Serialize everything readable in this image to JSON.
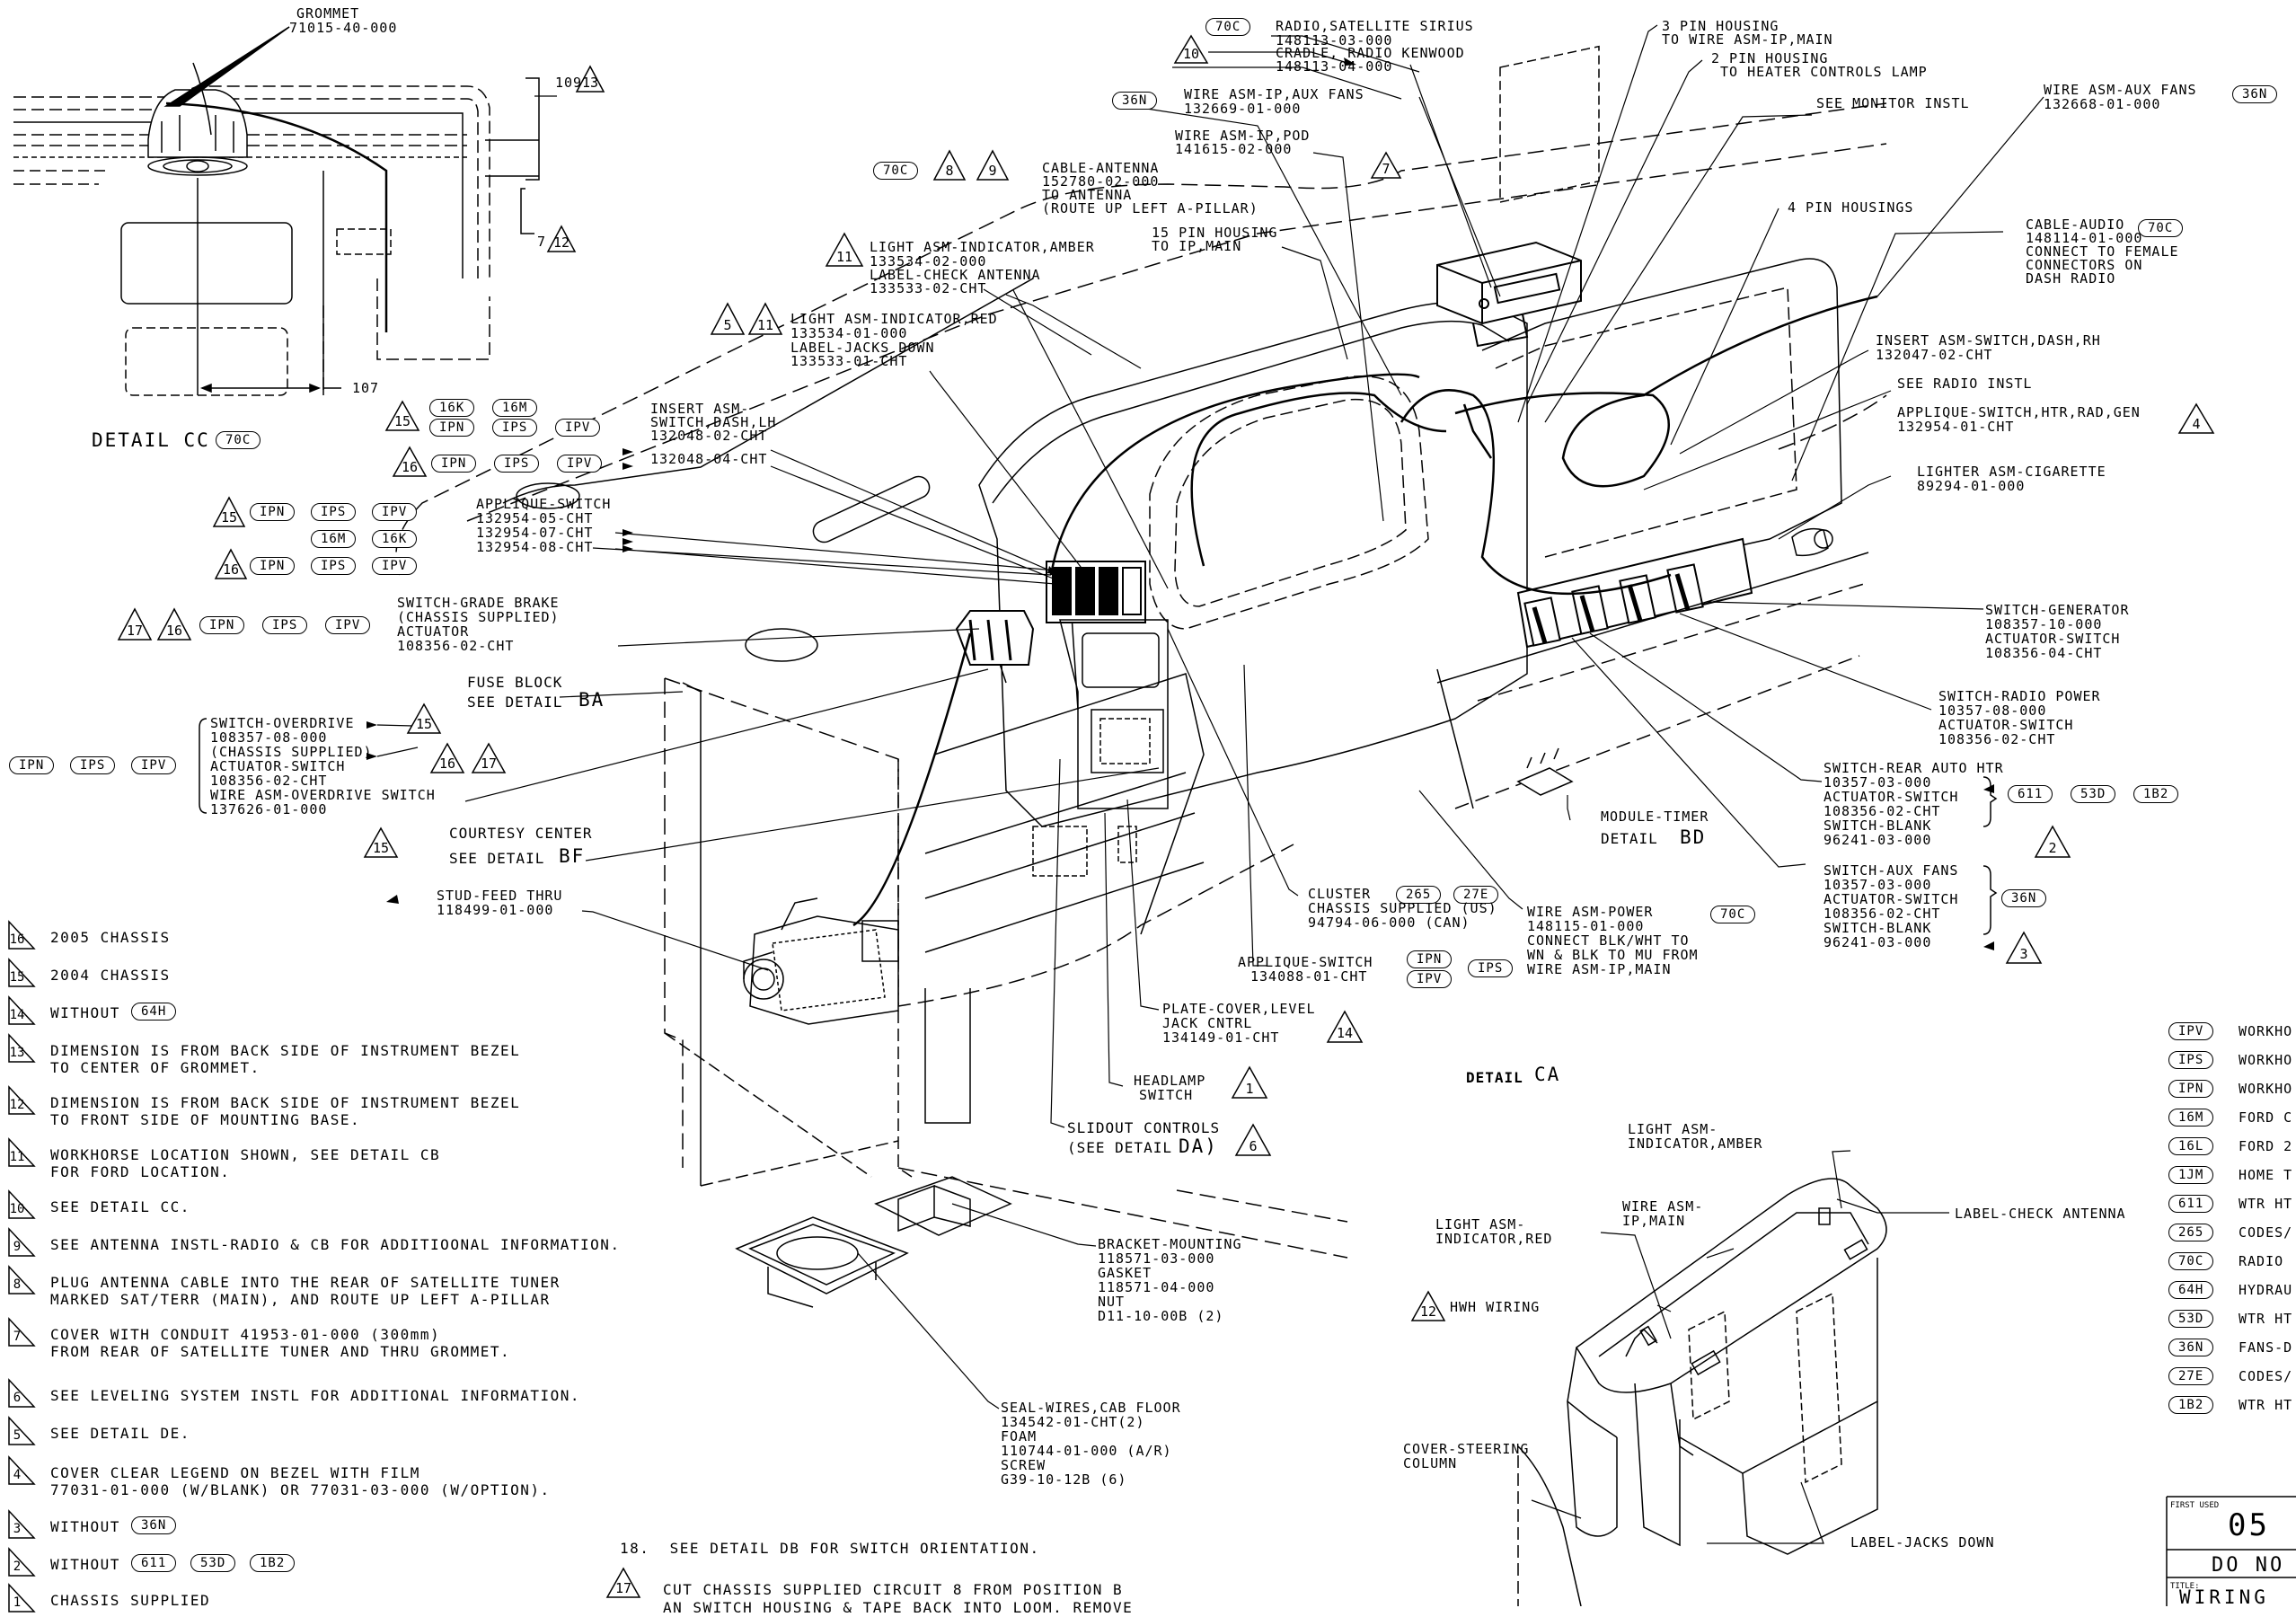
{
  "detail_cc": {
    "grommet": "GROMMET",
    "grommet_pn": "71015-40-000",
    "dim_109": "109",
    "tri_13": "13",
    "dim_7": "7",
    "tri_12": "12",
    "dim_107": "107",
    "title": "DETAIL CC",
    "pill": "70C"
  },
  "top_callouts": {
    "radio_sirius": "RADIO,SATELLITE SIRIUS",
    "radio_sirius_pn": "148113-03-000",
    "cradle": "CRADLE, RADIO KENWOOD",
    "cradle_pn": "148113-04-000",
    "pill_70c": "70C",
    "tri_10": "10",
    "wire_ip_aux": "WIRE ASM-IP,AUX FANS",
    "wire_ip_aux_pn": "132669-01-000",
    "pill_36n": "36N",
    "wire_ip_pod": "WIRE ASM-IP,POD",
    "wire_ip_pod_pn": "141615-02-000",
    "tri_7": "7",
    "cable_antenna": "CABLE-ANTENNA",
    "cable_antenna_pn": "152780-02-000",
    "to_antenna": "TO ANTENNA",
    "route": "(ROUTE UP LEFT A-PILLAR)",
    "pill_70c_b": "70C",
    "tri_8": "8",
    "tri_9": "9",
    "pin15": "15 PIN HOUSING",
    "pin15_to": "TO IP,MAIN",
    "pin3": "3 PIN HOUSING",
    "pin3_to": "TO WIRE ASM-IP,MAIN",
    "pin2": "2 PIN HOUSING",
    "pin2_to": "TO HEATER CONTROLS LAMP",
    "monitor": "SEE MONITOR INSTL",
    "wire_aux_fans": "WIRE ASM-AUX FANS",
    "wire_aux_fans_pn": "132668-01-000",
    "pill_36n_b": "36N",
    "pin4": "4 PIN HOUSINGS",
    "cable_audio": "CABLE-AUDIO",
    "cable_audio_pn": "148114-01-000",
    "pill_70c_c": "70C",
    "connect1": "CONNECT TO FEMALE",
    "connect2": "CONNECTORS ON",
    "connect3": "DASH RADIO"
  },
  "left_callouts": {
    "light_amber": "LIGHT ASM-INDICATOR,AMBER",
    "light_amber_pn": "133534-02-000",
    "label_check": "LABEL-CHECK ANTENNA",
    "label_check_pn": "133533-02-CHT",
    "tri_11a": "11",
    "light_red": "LIGHT ASM-INDICATOR,RED",
    "light_red_pn": "133534-01-000",
    "label_jacks": "LABEL-JACKS DOWN",
    "label_jacks_pn": "133533-01-CHT",
    "tri_5": "5",
    "tri_11b": "11",
    "insert_lh": "INSERT ASM-",
    "insert_lh2": "SWITCH,DASH,LH",
    "insert_lh_pn1": "132048-02-CHT",
    "insert_lh_pn2": "132048-04-CHT",
    "pills_15a": [
      "16K",
      "16M"
    ],
    "pills_15b": [
      "IPN",
      "IPS",
      "IPV"
    ],
    "pills_16": [
      "IPN",
      "IPS",
      "IPV"
    ],
    "tri_15a": "15",
    "tri_16a": "16",
    "applique": "APPLIQUE-SWITCH",
    "applique_pn1": "132954-05-CHT",
    "applique_pn2": "132954-07-CHT",
    "applique_pn3": "132954-08-CHT",
    "pills_ap15": [
      "IPN",
      "IPS",
      "IPV"
    ],
    "pills_ap_mid": [
      "16M",
      "16K"
    ],
    "pills_ap16": [
      "IPN",
      "IPS",
      "IPV"
    ],
    "tri_15b": "15",
    "tri_16b": "16",
    "grade_brake": "SWITCH-GRADE BRAKE",
    "grade_brake2": "(CHASSIS SUPPLIED)",
    "actuator": "ACTUATOR",
    "actuator_pn": "108356-02-CHT",
    "tri_17": "17",
    "tri_16c": "16",
    "pills_gb": [
      "IPN",
      "IPS",
      "IPV"
    ],
    "fuse_block": "FUSE BLOCK",
    "see_ba": "SEE DETAIL",
    "ba": "BA",
    "overdrive": "SWITCH-OVERDRIVE",
    "overdrive_pn": "108357-08-000",
    "chassis_sup": "(CHASSIS SUPPLIED)",
    "act_sw": "ACTUATOR-SWITCH",
    "act_sw_pn": "108356-02-CHT",
    "wire_od": "WIRE ASM-OVERDRIVE SWITCH",
    "wire_od_pn": "137626-01-000",
    "tri_15c": "15",
    "tri_16d": "16",
    "tri_17b": "17",
    "tri_15d": "15",
    "pills_od": [
      "IPN",
      "IPS",
      "IPV"
    ],
    "courtesy": "COURTESY CENTER",
    "see_bf": "SEE DETAIL",
    "bf": "BF",
    "stud": "STUD-FEED THRU",
    "stud_pn": "118499-01-000"
  },
  "right_callouts": {
    "insert_rh": "INSERT ASM-SWITCH,DASH,RH",
    "insert_rh_pn": "132047-02-CHT",
    "radio_instl": "SEE RADIO INSTL",
    "applique_htr": "APPLIQUE-SWITCH,HTR,RAD,GEN",
    "applique_htr_pn": "132954-01-CHT",
    "tri_4": "4",
    "lighter": "LIGHTER ASM-CIGARETTE",
    "lighter_pn": "89294-01-000",
    "sw_gen": "SWITCH-GENERATOR",
    "sw_gen_pn": "108357-10-000",
    "sw_gen_act": "ACTUATOR-SWITCH",
    "sw_gen_act_pn": "108356-04-CHT",
    "sw_radio": "SWITCH-RADIO POWER",
    "sw_radio_pn": "10357-08-000",
    "sw_radio_act": "ACTUATOR-SWITCH",
    "sw_radio_act_pn": "108356-02-CHT",
    "sw_rear": "SWITCH-REAR AUTO HTR",
    "sw_rear_pn": "10357-03-000",
    "sw_rear_act": "ACTUATOR-SWITCH",
    "sw_rear_act_pn": "108356-02-CHT",
    "sw_blank": "SWITCH-BLANK",
    "sw_blank_pn": "96241-03-000",
    "pills_rear": [
      "611",
      "53D",
      "1B2"
    ],
    "tri_2": "2",
    "sw_aux": "SWITCH-AUX FANS",
    "sw_aux_pn": "10357-03-000",
    "sw_aux_act": "ACTUATOR-SWITCH",
    "sw_aux_act_pn": "108356-02-CHT",
    "sw_blank2": "SWITCH-BLANK",
    "sw_blank2_pn": "96241-03-000",
    "pill_36n": "36N",
    "tri_3": "3",
    "module": "MODULE-TIMER",
    "detail_bd": "DETAIL",
    "bd": "BD",
    "wire_power": "WIRE ASM-POWER",
    "wire_power_pn": "148115-01-000",
    "pill_70c": "70C",
    "wp1": "CONNECT BLK/WHT TO",
    "wp2": "WN & BLK TO MU FROM",
    "wp3": "WIRE ASM-IP,MAIN",
    "cluster": "CLUSTER",
    "cluster_pills": [
      "265",
      "27E"
    ],
    "cluster2": "CHASSIS SUPPLIED (US)",
    "cluster_pn": "94794-06-000 (CAN)",
    "ap_switch": "APPLIQUE-SWITCH",
    "ap_switch_pn": "134088-01-CHT",
    "ap_pills1": [
      "IPN"
    ],
    "ap_pills2": [
      "IPV",
      "IPS"
    ],
    "plate": "PLATE-COVER,LEVEL",
    "plate2": "JACK CNTRL",
    "plate_pn": "134149-01-CHT",
    "tri_14": "14",
    "headlamp": "HEADLAMP",
    "headlamp2": "SWITCH",
    "tri_1": "1",
    "slideout": "SLIDOUT CONTROLS",
    "slideout2": "(SEE DETAIL",
    "da": "DA)",
    "tri_6": "6",
    "bracket": "BRACKET-MOUNTING",
    "bracket_pn": "118571-03-000",
    "gasket": "GASKET",
    "gasket_pn": "118571-04-000",
    "nut": "NUT",
    "nut_pn": "D11-10-00B (2)",
    "seal": "SEAL-WIRES,CAB FLOOR",
    "seal_pn": "134542-01-CHT(2)",
    "foam": "FOAM",
    "foam_pn": "110744-01-000 (A/R)",
    "screw": "SCREW",
    "screw_pn": "G39-10-12B (6)",
    "detail_ca": "DETAIL",
    "ca": "CA"
  },
  "detail_cb": {
    "light_amber": "LIGHT ASM-",
    "light_amber2": "INDICATOR,AMBER",
    "wire_ip": "WIRE ASM-",
    "wire_ip2": "IP,MAIN",
    "light_red": "LIGHT ASM-",
    "light_red2": "INDICATOR,RED",
    "label_check": "LABEL-CHECK ANTENNA",
    "tri_12": "12",
    "hwh": "HWH WIRING",
    "cover": "COVER-STEERING",
    "cover2": "COLUMN",
    "jacks": "LABEL-JACKS DOWN"
  },
  "notes": [
    {
      "n": "16",
      "text": "2005 CHASSIS"
    },
    {
      "n": "15",
      "text": "2004 CHASSIS"
    },
    {
      "n": "14",
      "text": "WITHOUT",
      "pill": "64H"
    },
    {
      "n": "13",
      "text": "DIMENSION IS FROM BACK SIDE OF INSTRUMENT BEZEL\nTO CENTER OF GROMMET."
    },
    {
      "n": "12",
      "text": "DIMENSION IS FROM BACK SIDE OF INSTRUMENT BEZEL\nTO FRONT SIDE OF MOUNTING BASE."
    },
    {
      "n": "11",
      "text": "WORKHORSE LOCATION SHOWN, SEE DETAIL CB\nFOR FORD LOCATION."
    },
    {
      "n": "10",
      "text": "SEE DETAIL CC."
    },
    {
      "n": "9",
      "text": "SEE ANTENNA INSTL-RADIO & CB FOR ADDITIOONAL INFORMATION."
    },
    {
      "n": "8",
      "text": "PLUG ANTENNA CABLE INTO THE REAR OF SATELLITE TUNER\nMARKED SAT/TERR (MAIN), AND ROUTE UP LEFT A-PILLAR"
    },
    {
      "n": "7",
      "text": "COVER WITH CONDUIT 41953-01-000 (300mm)\nFROM REAR OF SATELLITE TUNER AND THRU GROMMET."
    },
    {
      "n": "6",
      "text": "SEE LEVELING SYSTEM INSTL FOR ADDITIONAL INFORMATION."
    },
    {
      "n": "5",
      "text": "SEE DETAIL DE."
    },
    {
      "n": "4",
      "text": "COVER CLEAR LEGEND ON BEZEL WITH FILM\n77031-01-000 (W/BLANK) OR 77031-03-000 (W/OPTION)."
    },
    {
      "n": "3",
      "text": "WITHOUT",
      "pill": "36N"
    },
    {
      "n": "2",
      "text": "WITHOUT",
      "pills": [
        "611",
        "53D",
        "1B2"
      ]
    },
    {
      "n": "1",
      "text": "CHASSIS SUPPLIED"
    }
  ],
  "bottom_notes": {
    "n18": "18.  SEE DETAIL DB FOR SWITCH ORIENTATION.",
    "n17_tri": "17",
    "n17": "CUT CHASSIS SUPPLIED CIRCUIT 8 FROM POSITION B",
    "n17b": "AN SWITCH HOUSING & TAPE BACK INTO LOOM. REMOVE"
  },
  "legend": [
    {
      "code": "IPV",
      "text": "WORKHO"
    },
    {
      "code": "IPS",
      "text": "WORKHO"
    },
    {
      "code": "IPN",
      "text": "WORKHO"
    },
    {
      "code": "16M",
      "text": "FORD C"
    },
    {
      "code": "16L",
      "text": "FORD 2"
    },
    {
      "code": "1JM",
      "text": "HOME T"
    },
    {
      "code": "611",
      "text": "WTR HT"
    },
    {
      "code": "265",
      "text": "CODES/"
    },
    {
      "code": "70C",
      "text": "RADIO"
    },
    {
      "code": "64H",
      "text": "HYDRAU"
    },
    {
      "code": "53D",
      "text": "WTR HT"
    },
    {
      "code": "36N",
      "text": "FANS-D"
    },
    {
      "code": "27E",
      "text": "CODES/"
    },
    {
      "code": "1B2",
      "text": "WTR HT"
    }
  ],
  "title_block": {
    "first_used_label": "FIRST USED",
    "first_used": "05",
    "do_not": "DO NO",
    "title_label": "TITLE:",
    "title": "WIRING"
  }
}
